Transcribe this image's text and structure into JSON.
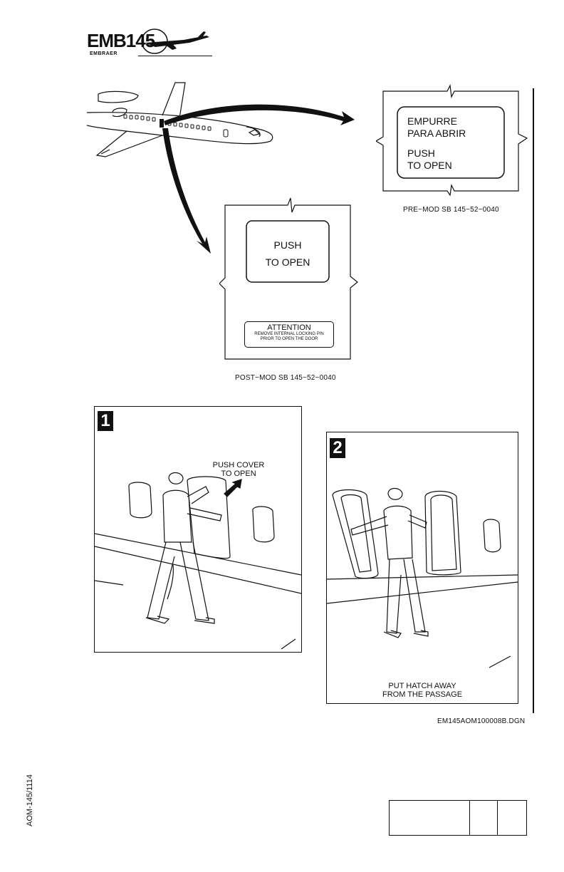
{
  "header": {
    "logo_text": "EMB145",
    "logo_sub": "EMBRAER"
  },
  "pre_mod": {
    "sign_lines": [
      "EMPURRE",
      "PARA ABRIR",
      "",
      "PUSH",
      "TO OPEN"
    ],
    "caption": "PRE−MOD SB 145−52−0040"
  },
  "post_mod": {
    "sign_lines": [
      "PUSH",
      "TO OPEN"
    ],
    "attention_title": "ATTENTION",
    "attention_lines": [
      "REMOVE INTERNAL LOCKING PIN",
      "PRIOR TO OPEN THE DOOR"
    ],
    "caption": "POST−MOD SB 145−52−0040"
  },
  "step1": {
    "number": "1",
    "label_lines": [
      "PUSH COVER",
      "TO OPEN"
    ]
  },
  "step2": {
    "number": "2",
    "label_lines": [
      "PUT HATCH AWAY",
      "FROM THE PASSAGE"
    ]
  },
  "drawing_code": "EM145AOM100008B.DGN",
  "side_code": "AOM-145/1114"
}
